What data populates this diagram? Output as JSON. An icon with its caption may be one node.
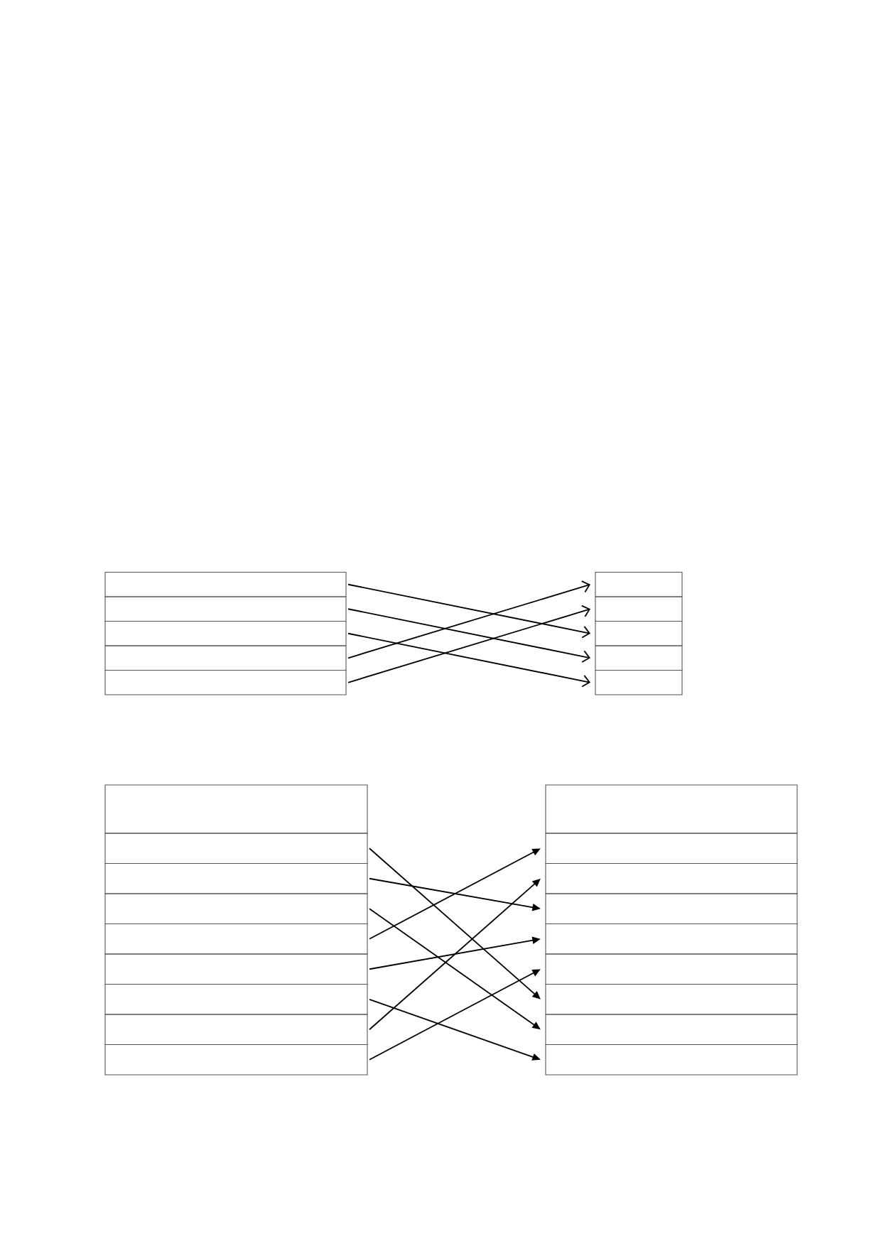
{
  "diagram": {
    "nodes": [
      {
        "text": [],
        "shape": "box"
      },
      {
        "text": [],
        "shape": "box"
      },
      {
        "text": [],
        "shape": "box"
      },
      {
        "text": [],
        "shape": "box"
      },
      {
        "text": [],
        "shape": "box"
      },
      {
        "text": [],
        "shape": "box"
      },
      {
        "text": [],
        "shape": "box"
      },
      {
        "text": [],
        "shape": "box"
      },
      {
        "text": [],
        "shape": "box"
      },
      {
        "text": [],
        "shape": "box"
      },
      {
        "text": [],
        "shape": "box"
      },
      {
        "text": [],
        "shape": "box"
      },
      {
        "text": [],
        "shape": "box"
      },
      {
        "text": [],
        "shape": "box"
      },
      {
        "text": [],
        "shape": "box"
      },
      {
        "text": [],
        "shape": "box"
      },
      {
        "text": [],
        "shape": "box"
      },
      {
        "text": [],
        "shape": "box"
      },
      {
        "text": [],
        "shape": "box"
      },
      {
        "text": [],
        "shape": "box"
      },
      {
        "text": [],
        "shape": "box"
      },
      {
        "text": [],
        "shape": "box"
      },
      {
        "text": [],
        "shape": "box"
      },
      {
        "text": [],
        "shape": "box"
      },
      {
        "text": [],
        "shape": "box"
      },
      {
        "text": [],
        "shape": "box"
      },
      {
        "text": [],
        "shape": "box"
      },
      {
        "text": [],
        "shape": "box"
      }
    ],
    "edges": [
      {
        "from": 0,
        "to": 7,
        "arrow": "to"
      },
      {
        "from": 1,
        "to": 8,
        "arrow": "to"
      },
      {
        "from": 2,
        "to": 9,
        "arrow": "to"
      },
      {
        "from": 3,
        "to": 5,
        "arrow": "to"
      },
      {
        "from": 4,
        "to": 6,
        "arrow": "to"
      },
      {
        "from": 11,
        "to": 25,
        "arrow": "to"
      },
      {
        "from": 12,
        "to": 22,
        "arrow": "to"
      },
      {
        "from": 13,
        "to": 26,
        "arrow": "to"
      },
      {
        "from": 14,
        "to": 20,
        "arrow": "to"
      },
      {
        "from": 15,
        "to": 23,
        "arrow": "to"
      },
      {
        "from": 16,
        "to": 27,
        "arrow": "to"
      },
      {
        "from": 17,
        "to": 21,
        "arrow": "to"
      },
      {
        "from": 18,
        "to": 24,
        "arrow": "to"
      }
    ]
  }
}
